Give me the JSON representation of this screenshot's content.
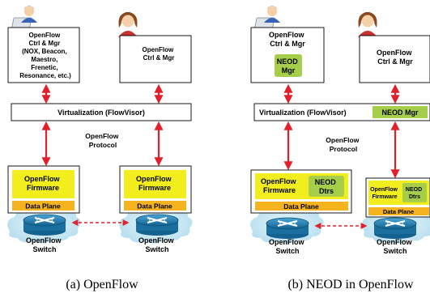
{
  "panel_a": {
    "ctrl1": [
      "OpenFlow",
      "Ctrl & Mgr",
      "(NOX, Beacon,",
      "Maestro,",
      "Frenetic,",
      "Resonance, etc.)"
    ],
    "ctrl2": [
      "OpenFlow",
      "Ctrl & Mgr"
    ],
    "virtualization": "Virtualization (FlowVisor)",
    "protocol": [
      "OpenFlow",
      "Protocol"
    ],
    "fw1": [
      "OpenFlow",
      "Firmware"
    ],
    "fw2": [
      "OpenFlow",
      "Firmware"
    ],
    "dp1": "Data Plane",
    "dp2": "Data Plane",
    "sw1": [
      "OpenFlow",
      "Switch"
    ],
    "sw2": [
      "OpenFlow",
      "Switch"
    ],
    "caption": "(a) OpenFlow"
  },
  "panel_b": {
    "ctrl1": [
      "OpenFlow",
      "Ctrl & Mgr"
    ],
    "neod_mgr": [
      "NEOD",
      "Mgr"
    ],
    "ctrl2": [
      "OpenFlow",
      "Ctrl & Mgr"
    ],
    "virtualization": "Virtualization (FlowVisor)",
    "neod_mgr2": "NEOD Mgr",
    "protocol": [
      "OpenFlow",
      "Protocol"
    ],
    "fw1": [
      "OpenFlow",
      "Firmware"
    ],
    "neod_dtrs1": [
      "NEOD",
      "Dtrs"
    ],
    "fw2": [
      "OpenFlow",
      "Firmware"
    ],
    "neod_dtrs2": [
      "NEOD",
      "Dtrs"
    ],
    "dp1": "Data Plane",
    "dp2": "Data Plane",
    "sw1": [
      "OpenFlow",
      "Switch"
    ],
    "sw2": [
      "OpenFlow",
      "Switch"
    ],
    "caption": "(b) NEOD in OpenFlow"
  },
  "colors": {
    "firmware_yellow": "#f2ee1e",
    "dataplane_orange": "#f5b320",
    "neod_green": "#a6ce4a",
    "arrow_red": "#e0202a",
    "cloud_blue": "#bfe3f3",
    "router_blue": "#1d7fb6"
  }
}
